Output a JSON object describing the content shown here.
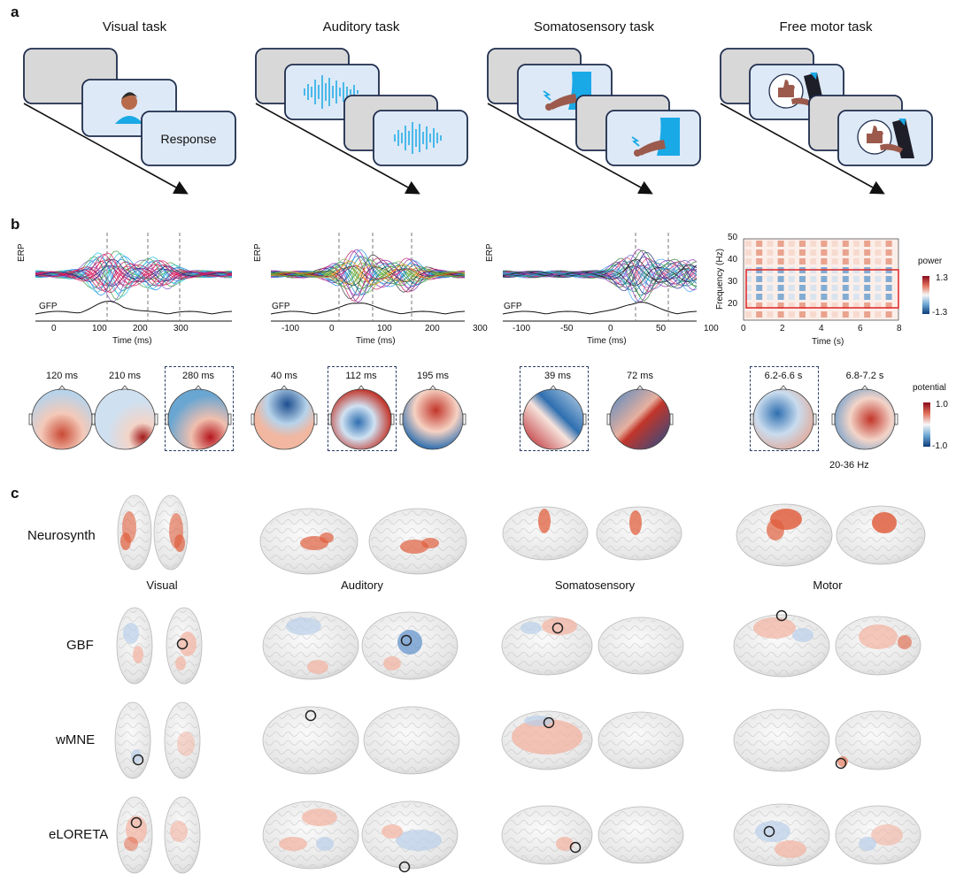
{
  "panels": {
    "a": "a",
    "b": "b",
    "c": "c"
  },
  "tasks": [
    {
      "title": "Visual task",
      "response_label": "Response"
    },
    {
      "title": "Auditory task"
    },
    {
      "title": "Somatosensory task"
    },
    {
      "title": "Free motor task"
    }
  ],
  "erp": {
    "ylabel": "ERP",
    "gfp": "GFP",
    "xlabel": "Time (ms)",
    "plots": [
      {
        "ticks": [
          "0",
          "100",
          "200",
          "300"
        ]
      },
      {
        "ticks": [
          "-100",
          "0",
          "100",
          "200",
          "300"
        ]
      },
      {
        "ticks": [
          "-100",
          "-50",
          "0",
          "50",
          "100"
        ]
      }
    ]
  },
  "spectrogram": {
    "ylabel": "Frequency (Hz)",
    "xlabel": "Time (s)",
    "yticks": [
      "50",
      "40",
      "30",
      "20"
    ],
    "xticks": [
      "0",
      "2",
      "4",
      "6",
      "8"
    ],
    "colorbar_title": "power",
    "colorbar_max": "1.3",
    "colorbar_min": "-1.3",
    "highlight_color": "#e03030"
  },
  "topomaps": {
    "visual": [
      "120 ms",
      "210 ms",
      "280 ms"
    ],
    "auditory": [
      "40 ms",
      "112 ms",
      "195 ms"
    ],
    "somatosensory": [
      "39 ms",
      "72 ms"
    ],
    "motor": [
      "6.2-6.6 s",
      "6.8-7.2 s"
    ],
    "band": "20-36 Hz",
    "colorbar_title": "potential",
    "colorbar_max": "1.0",
    "colorbar_min": "-1.0"
  },
  "panel_c": {
    "rows": [
      "Neurosynth",
      "GBF",
      "wMNE",
      "eLORETA"
    ],
    "columns": [
      "Visual",
      "Auditory",
      "Somatosensory",
      "Motor"
    ]
  },
  "colors": {
    "box": "#1f2d4d",
    "screen": "#dde9f6",
    "gray": "#d8d8d8",
    "accent": "#19a9e6",
    "red": "#d6452c",
    "blue": "#2f6fb0"
  }
}
